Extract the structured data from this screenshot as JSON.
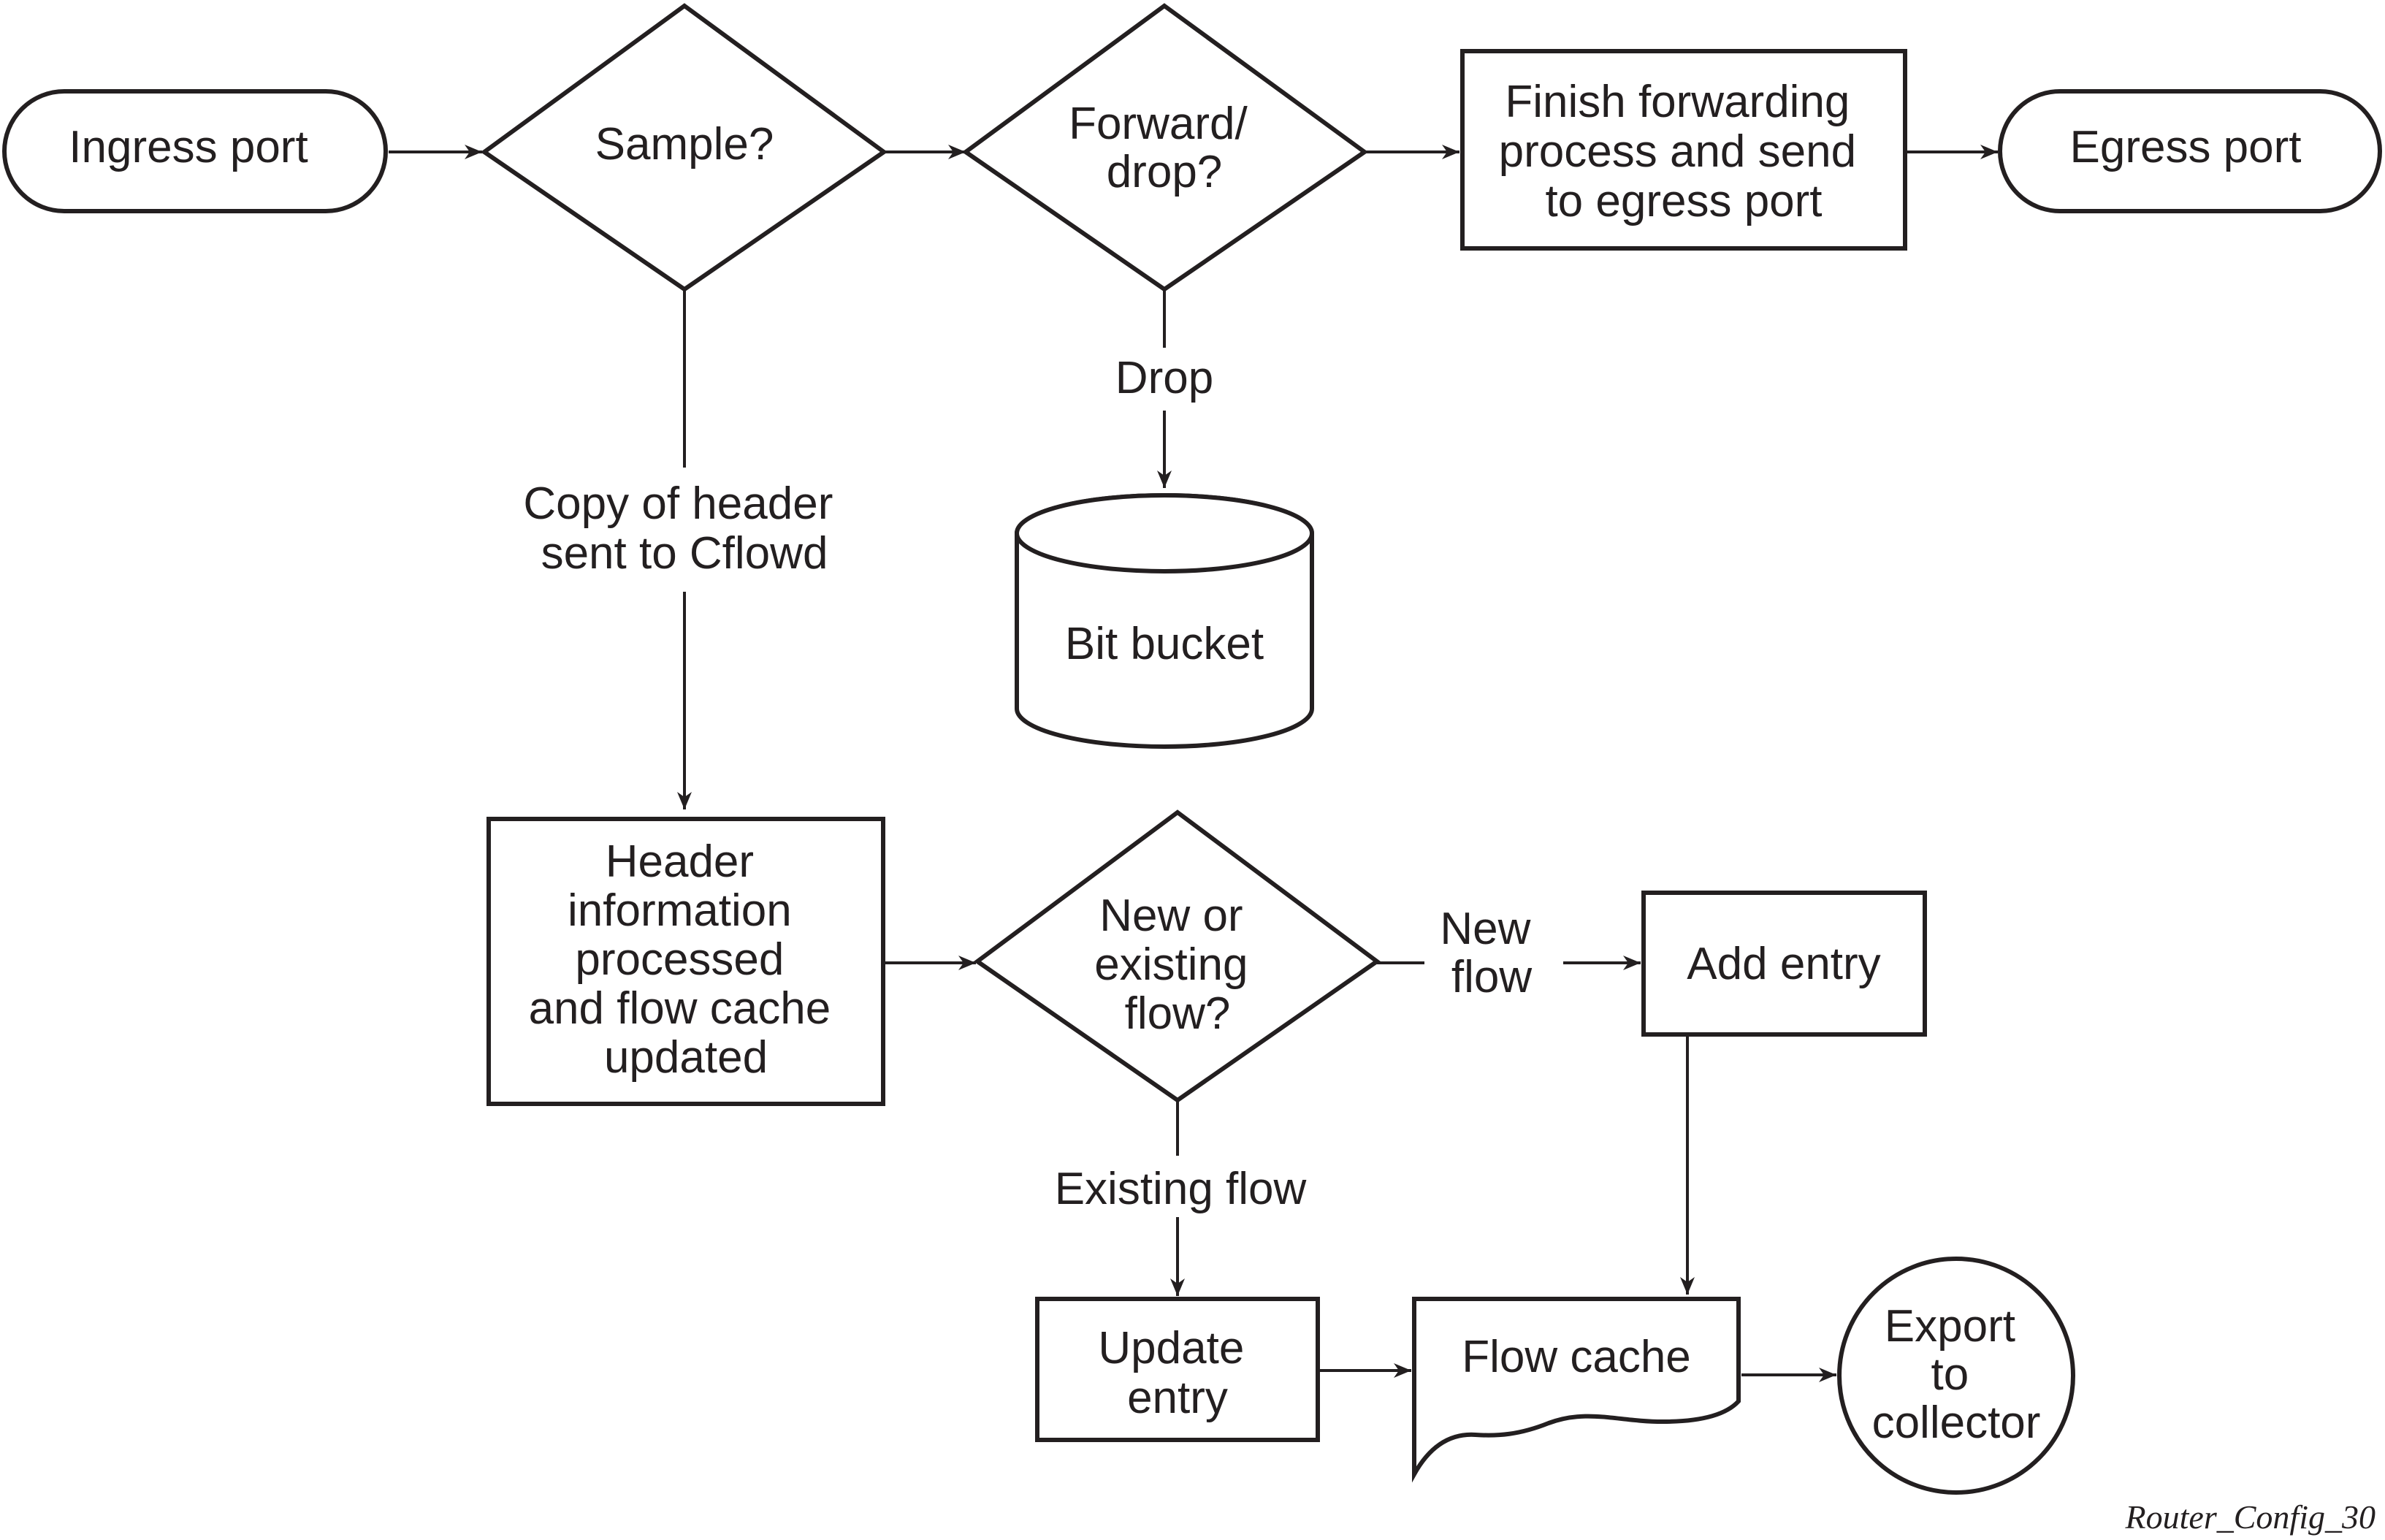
{
  "nodes": {
    "ingress": {
      "line1": "Ingress port"
    },
    "sample": {
      "line1": "Sample?"
    },
    "forward": {
      "line1": "Forward/",
      "line2": "drop?"
    },
    "finish": {
      "line1": "Finish forwarding",
      "line2": "process and send",
      "line3": "to egress port"
    },
    "egress": {
      "line1": "Egress port"
    },
    "bitbucket": {
      "line1": "Bit bucket"
    },
    "header": {
      "line1": "Header",
      "line2": "information",
      "line3": "processed",
      "line4": "and flow cache",
      "line5": "updated"
    },
    "neworexisting": {
      "line1": "New or",
      "line2": "existing",
      "line3": "flow?"
    },
    "addentry": {
      "line1": "Add entry"
    },
    "updateentry": {
      "line1": "Update",
      "line2": "entry"
    },
    "flowcache": {
      "line1": "Flow cache"
    },
    "export": {
      "line1": "Export",
      "line2": "to",
      "line3": "collector"
    }
  },
  "edges": {
    "drop": {
      "line1": "Drop"
    },
    "copy": {
      "line1": "Copy of header",
      "line2": "sent to Cflowd"
    },
    "newflow": {
      "line1": "New",
      "line2": "flow"
    },
    "existingflow": {
      "line1": "Existing flow"
    }
  },
  "caption": "Router_Config_30"
}
